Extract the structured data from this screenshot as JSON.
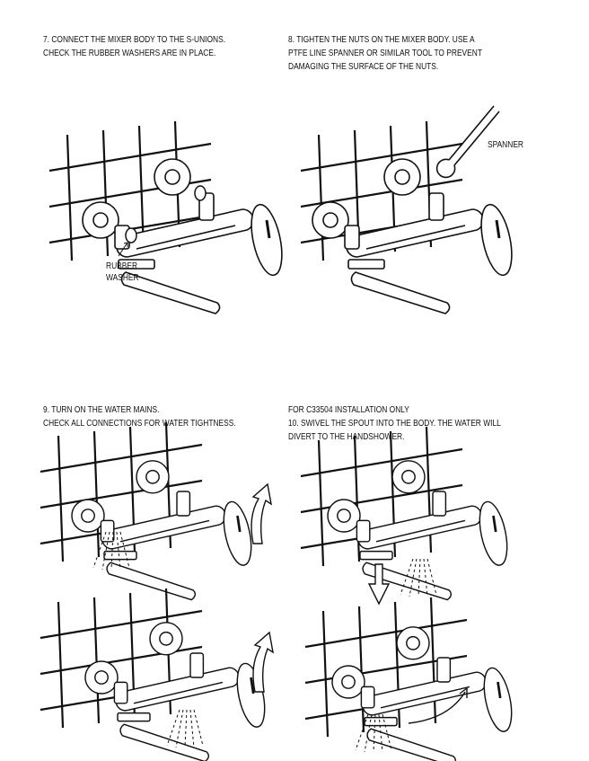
{
  "steps": [
    {
      "lines": [
        "7. CONNECT THE MIXER BODY TO THE S-UNIONS.",
        "CHECK THE RUBBER WASHERS ARE IN PLACE."
      ]
    },
    {
      "lines": [
        "8. TIGHTEN THE NUTS ON THE MIXER BODY. USE A",
        "PTFE LINE SPANNER OR SIMILAR TOOL TO PREVENT",
        "DAMAGING THE SURFACE OF THE NUTS."
      ]
    },
    {
      "lines": [
        "9. TURN ON THE WATER MAINS.",
        "CHECK ALL CONNECTIONS FOR WATER TIGHTNESS."
      ]
    },
    {
      "lines": [
        "FOR C33504 INSTALLATION ONLY",
        "10. SWIVEL THE SPOUT INTO THE BODY. THE WATER WILL",
        "DIVERT TO THE HANDSHOWER."
      ]
    }
  ],
  "labels": {
    "rubber_washer": [
      "RUBBER",
      "WASHER"
    ],
    "spanner": "SPANNER"
  },
  "colors": {
    "ink": "#111111",
    "background": "#ffffff"
  }
}
